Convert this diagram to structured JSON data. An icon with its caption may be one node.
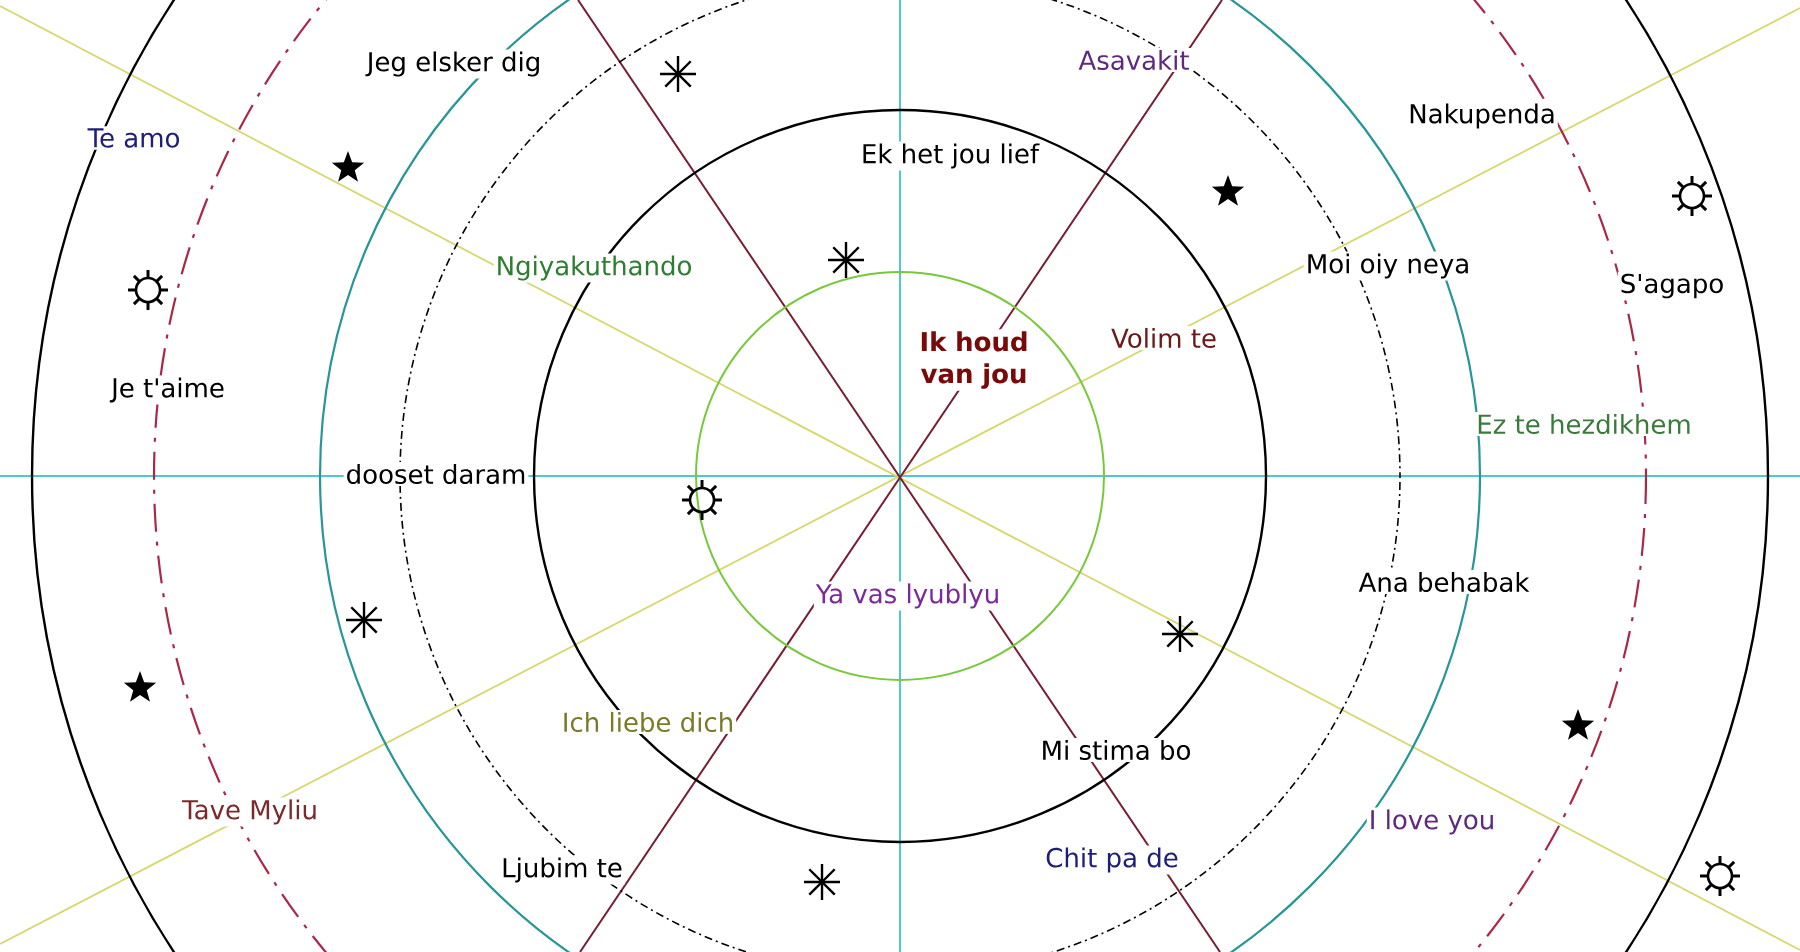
{
  "diagram": {
    "labels": [
      "Asavakit",
      "Jeg elsker dig",
      "Nakupenda",
      "Te amo",
      "Ek het jou lief",
      "Ngiyakuthando",
      "Moi oiy neya",
      "S'agapo",
      "Volim te",
      "Ik houd van jou",
      "Je t'aime",
      "Ez te hezdikhem",
      "dooset daram",
      "Ana behabak",
      "Ya vas lyublyu",
      "Ich liebe dich",
      "Mi stima bo",
      "Tave Myliu",
      "I love you",
      "Chit pa de",
      "Ljubim te"
    ]
  }
}
